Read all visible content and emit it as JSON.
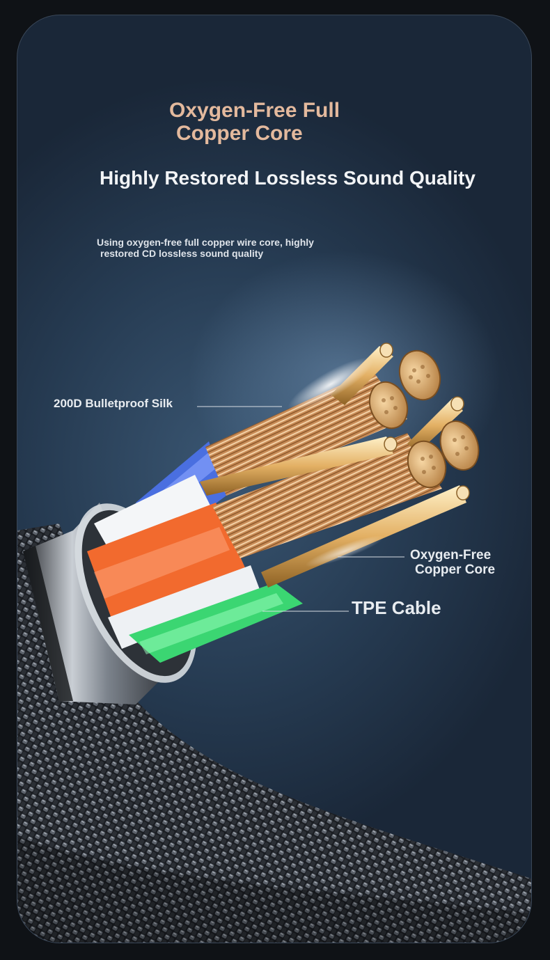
{
  "title": {
    "line1": "Oxygen-Free Full",
    "line2": "Copper Core"
  },
  "subtitle": "Highly Restored Lossless Sound Quality",
  "description": {
    "line1": "Using oxygen-free full copper wire core, highly",
    "line2": "restored CD lossless sound quality"
  },
  "callouts": {
    "silk": "200D Bulletproof Silk",
    "core_line1": "Oxygen-Free",
    "core_line2": "Copper Core",
    "tpe": "TPE Cable"
  },
  "colors": {
    "background": "#1b2533",
    "title": "#e3b99d",
    "copper": "#d7a06c",
    "insulation_orange": "#f26a2e",
    "insulation_green": "#3bd672",
    "insulation_blue": "#4a6fe0",
    "insulation_white": "#f4f6f8"
  }
}
